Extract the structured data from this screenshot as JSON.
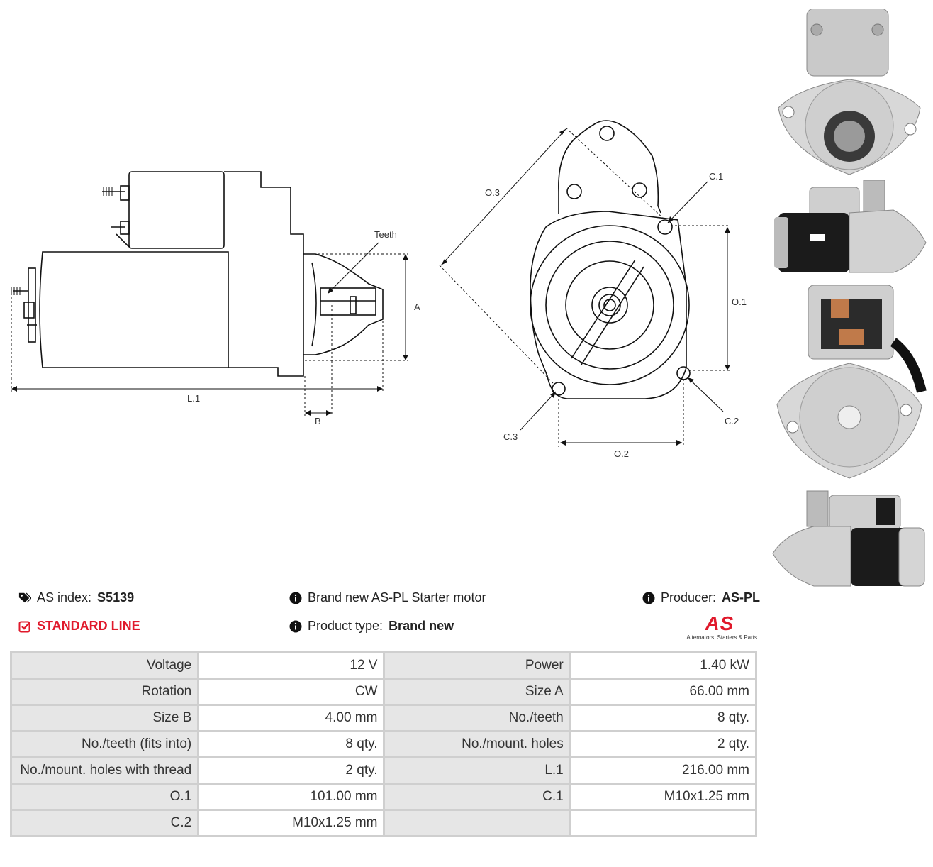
{
  "drawing": {
    "labels": {
      "teeth": "Teeth",
      "a": "A",
      "b": "B",
      "l1": "L.1",
      "o1": "O.1",
      "o2": "O.2",
      "o3": "O.3",
      "c1": "C.1",
      "c2": "C.2",
      "c3": "C.3"
    }
  },
  "photos": [
    "front-view-photo",
    "side-view-photo",
    "rear-view-photo",
    "side-view-photo-2"
  ],
  "info": {
    "as_index_label": "AS index:",
    "as_index_value": "S5139",
    "line_label": "STANDARD LINE",
    "description": "Brand new AS-PL Starter motor",
    "product_type_label": "Product type:",
    "product_type_value": "Brand new",
    "producer_label": "Producer:",
    "producer_value": "AS-PL",
    "logo_text": "AS",
    "logo_tagline": "Alternators, Starters & Parts"
  },
  "colors": {
    "accent_red": "#e0192b",
    "table_key_bg": "#e6e6e6",
    "table_border": "#cfcfcf"
  },
  "specs": [
    [
      "Voltage",
      "12 V",
      "Power",
      "1.40 kW"
    ],
    [
      "Rotation",
      "CW",
      "Size A",
      "66.00 mm"
    ],
    [
      "Size B",
      "4.00 mm",
      "No./teeth",
      "8 qty."
    ],
    [
      "No./teeth (fits into)",
      "8 qty.",
      "No./mount. holes",
      "2 qty."
    ],
    [
      "No./mount. holes with thread",
      "2 qty.",
      "L.1",
      "216.00 mm"
    ],
    [
      "O.1",
      "101.00 mm",
      "C.1",
      "M10x1.25 mm"
    ],
    [
      "C.2",
      "M10x1.25 mm",
      "",
      ""
    ]
  ]
}
